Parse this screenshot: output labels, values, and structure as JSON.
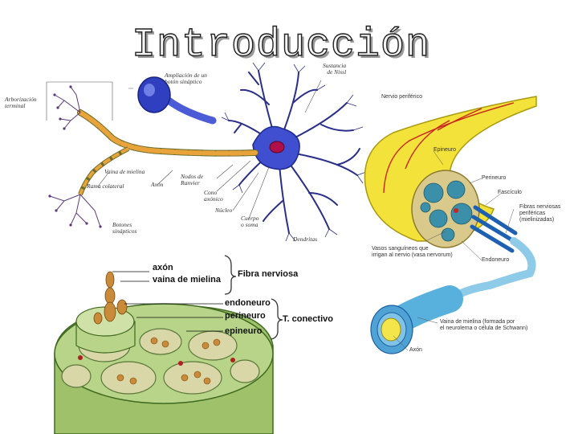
{
  "title": "Introducción",
  "neuron": {
    "labels": {
      "arborizacion": "Arborización\nterminal",
      "ampliacion": "Ampliación de un\nbotón sináptico",
      "nissl": "Sustancia\nde Nissl",
      "vaina": "Vaina de mielina",
      "rama": "Rama colateral",
      "axon": "Axón",
      "nodos": "Nodos de\nRanvier",
      "cono": "Cono\naxónico",
      "nucleo": "Núcleo",
      "cuerpo": "Cuerpo\no soma",
      "dendritas": "Dendritas",
      "botones": "Botones\nsinápticos"
    }
  },
  "nerve": {
    "labels": {
      "nervio": "Nervio periférico",
      "epineuro": "Epineuro",
      "perineuro": "Perineuro",
      "fasciculo": "Fascículo",
      "fibras": "Fibras nerviosas\nperiféricas\n(mielinizadas)",
      "vasos": "Vasos sanguíneos que\nirrigan al nervio (vasa nervorum)",
      "endoneuro": "Endoneuro",
      "vaina": "Vaina de mielina (formada por\nel neurolema o célula de Schwann)",
      "axon": "Axón"
    }
  },
  "section": {
    "axon": "axón",
    "vaina": "vaina de mielina",
    "fibra": "Fibra nerviosa",
    "endoneuro": "endoneuro",
    "perineuro": "perineuro",
    "epineuro": "epineuro",
    "conectivo": "T. conectivo"
  }
}
